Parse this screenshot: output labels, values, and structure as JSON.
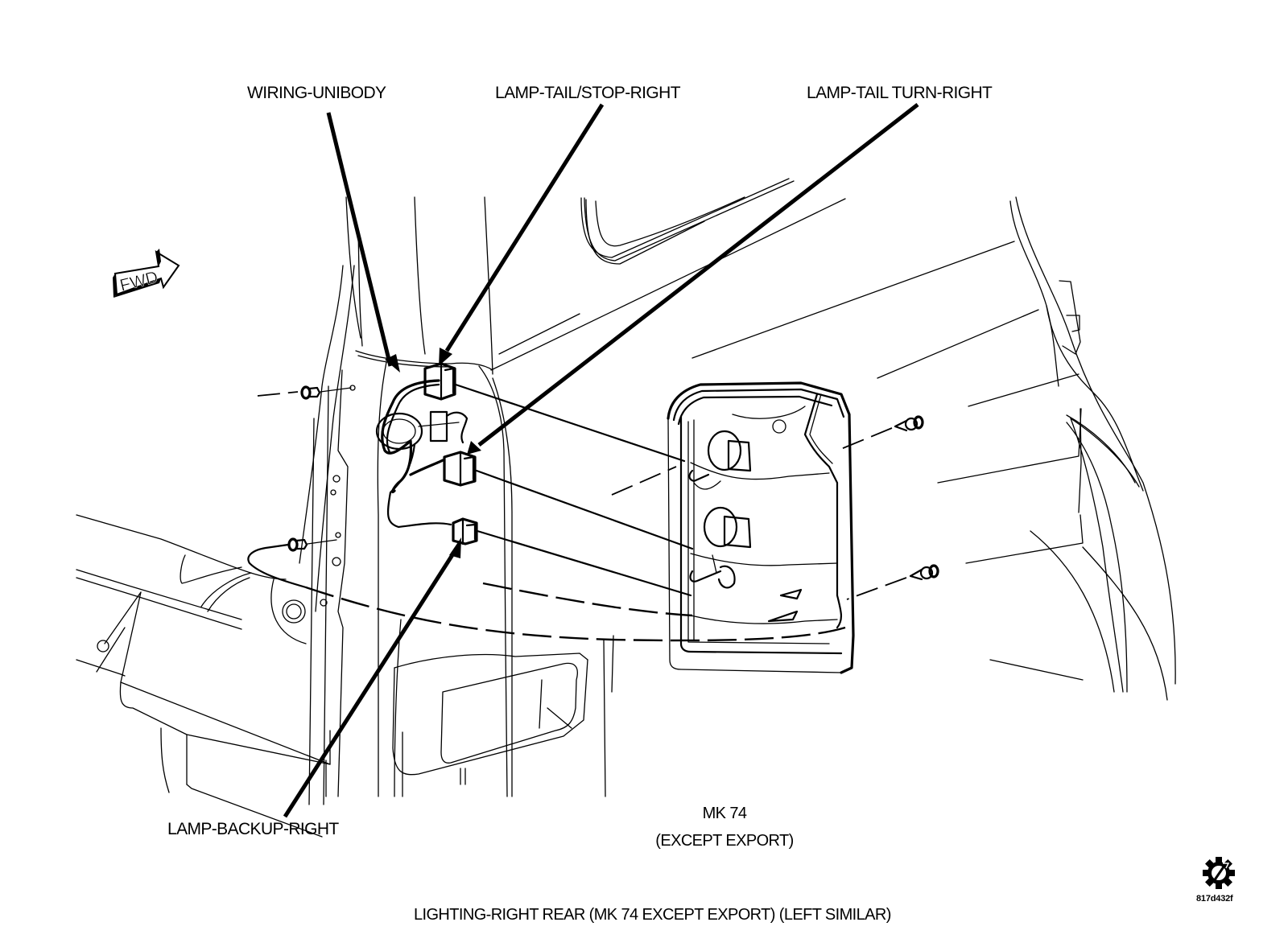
{
  "callouts": {
    "wiring_unibody": "WIRING-UNIBODY",
    "lamp_tail_stop_right": "LAMP-TAIL/STOP-RIGHT",
    "lamp_tail_turn_right": "LAMP-TAIL TURN-RIGHT",
    "lamp_backup_right": "LAMP-BACKUP-RIGHT"
  },
  "direction_indicator": {
    "label": "FWD",
    "icon": "forward-arrow-icon"
  },
  "variant_note": {
    "line1": "MK 74",
    "line2": "(EXCEPT EXPORT)"
  },
  "figure_caption": "LIGHTING-RIGHT REAR (MK 74 EXCEPT EXPORT) (LEFT SIMILAR)",
  "figure_id": {
    "icon": "gear-slash-icon",
    "code": "817d432f"
  }
}
